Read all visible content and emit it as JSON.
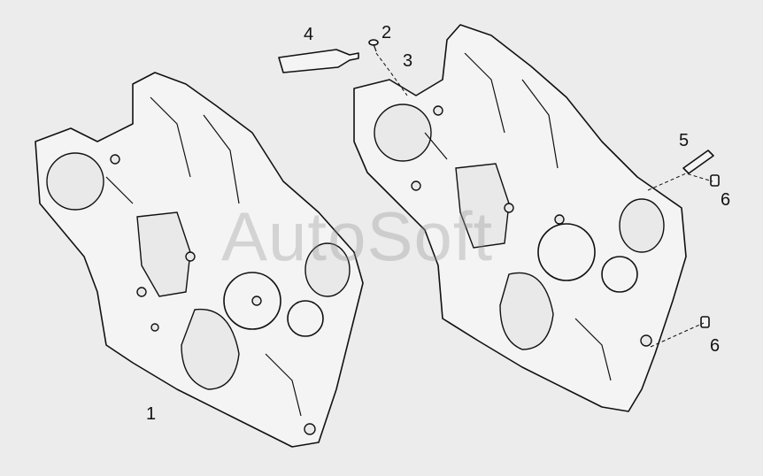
{
  "diagram": {
    "watermark": "AutoSoft",
    "callouts": [
      {
        "id": "1",
        "label": "1"
      },
      {
        "id": "2",
        "label": "2"
      },
      {
        "id": "3",
        "label": "3"
      },
      {
        "id": "4",
        "label": "4"
      },
      {
        "id": "5",
        "label": "5"
      },
      {
        "id": "6a",
        "label": "6"
      },
      {
        "id": "6b",
        "label": "6"
      }
    ]
  }
}
